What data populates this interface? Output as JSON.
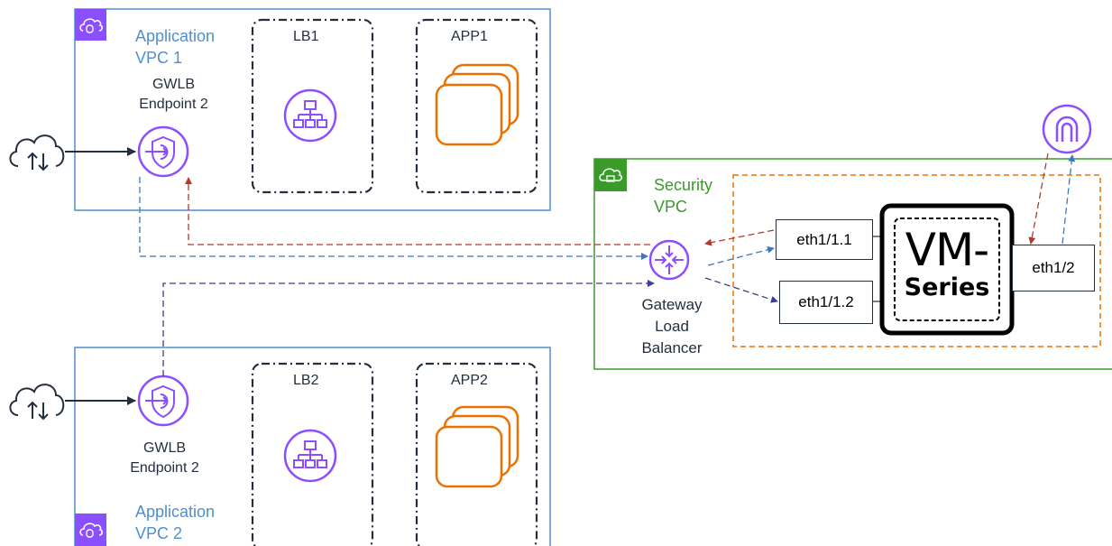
{
  "vpc1": {
    "title_line1": "Application",
    "title_line2": "VPC 1",
    "color": "#4f8fd0"
  },
  "vpc2": {
    "title_line1": "Application",
    "title_line2": "VPC 2",
    "color": "#4f8fd0"
  },
  "security_vpc": {
    "title_line1": "Security",
    "title_line2": "VPC",
    "color": "#3a9a2a"
  },
  "lb1": {
    "label": "LB1"
  },
  "app1": {
    "label": "APP1"
  },
  "lb2": {
    "label": "LB2"
  },
  "app2": {
    "label": "APP2"
  },
  "endpoint1": {
    "line1": "GWLB",
    "line2": "Endpoint 2"
  },
  "endpoint2": {
    "line1": "GWLB",
    "line2": "Endpoint 2"
  },
  "gwlb": {
    "line1": "Gateway",
    "line2": "Load",
    "line3": "Balancer"
  },
  "interfaces": {
    "eth1_1": "eth1/1.1",
    "eth1_2": "eth1/1.2",
    "eth2": "eth1/2"
  },
  "vm_series": {
    "line1": "VM-",
    "line2": "Series"
  },
  "colors": {
    "purple": "#8c4fff",
    "orange": "#ed7100",
    "red_flow": "#b03a2e",
    "blue_flow": "#3a78c3",
    "violet_flow": "#5a4fa8"
  }
}
